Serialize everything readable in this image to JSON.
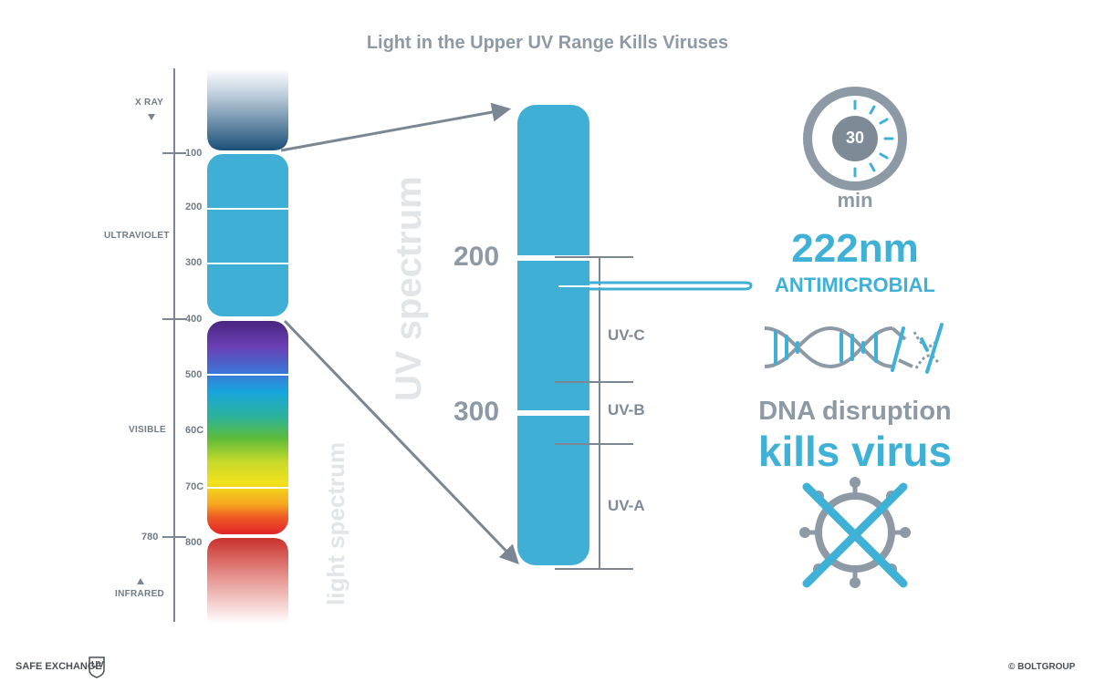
{
  "title": "Light in the Upper UV Range Kills Viruses",
  "spectrum": {
    "region_labels": {
      "xray": "X RAY",
      "ultraviolet": "ULTRAVIOLET",
      "visible": "VISIBLE",
      "infrared": "INFRARED"
    },
    "scale_labels": {
      "n100": "100",
      "n200": "200",
      "n300": "300",
      "n400": "400",
      "n500": "500",
      "n600": "60C",
      "n700": "70C",
      "n780": "780",
      "n800": "800"
    },
    "caption": "light spectrum",
    "colors": {
      "uv": "#40afd5",
      "xray_top": "#ffffff",
      "xray_bottom": "#1b4f78",
      "violet": "#5a2a8a",
      "blue": "#1fa0dc",
      "green": "#38b04a",
      "yellow": "#e6df1c",
      "orange": "#f08a1e",
      "red": "#e2232a",
      "axis": "#7a8792"
    }
  },
  "uv_detail": {
    "caption": "UV spectrum",
    "labels": {
      "n200": "200",
      "n300": "300"
    },
    "bands": {
      "uvc": "UV-C",
      "uvb": "UV-B",
      "uva": "UV-A"
    }
  },
  "info": {
    "timer_value": "30",
    "timer_unit": "min",
    "wavelength": "222nm",
    "effect": "ANTIMICROBIAL",
    "dna_text": "DNA disruption",
    "result": "kills virus",
    "accent_color": "#3fb0d6",
    "gray_color": "#8d9aa6",
    "icons": [
      "stopwatch-icon",
      "dna-helix-icon",
      "virus-crossed-icon"
    ]
  },
  "footer": {
    "brand": "SAFE EXCHANGE",
    "brand_badge": "UV",
    "credit": "© BOLTGROUP"
  }
}
